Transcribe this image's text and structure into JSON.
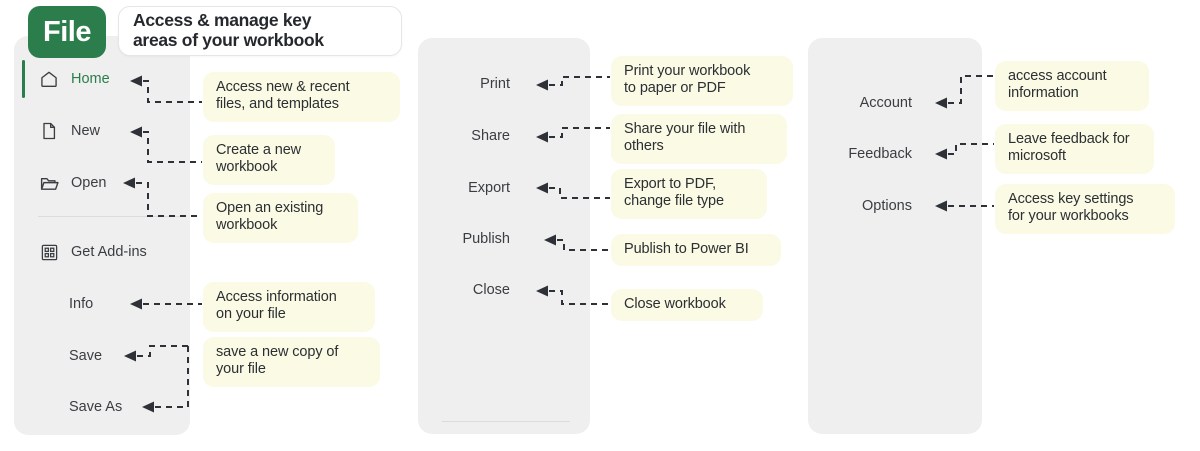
{
  "header": {
    "badge_label": "File",
    "title_line1": "Access & manage key",
    "title_line2": "areas of your workbook",
    "brand_color": "#2b7d4b",
    "callout_color": "#fbfae4",
    "panel_color": "#efefef"
  },
  "left_panel": {
    "items": [
      {
        "label": "Home",
        "icon": "home-icon",
        "active": true
      },
      {
        "label": "New",
        "icon": "page-icon",
        "active": false
      },
      {
        "label": "Open",
        "icon": "folder-icon",
        "active": false
      },
      {
        "label": "Get Add-ins",
        "icon": "grid-icon",
        "active": false
      },
      {
        "label": "Info",
        "icon": "",
        "active": false
      },
      {
        "label": "Save",
        "icon": "",
        "active": false
      },
      {
        "label": "Save As",
        "icon": "",
        "active": false
      }
    ],
    "callouts": [
      {
        "for": "Home",
        "line1": "Access new & recent",
        "line2": "files, and templates"
      },
      {
        "for": "New",
        "line1": "Create a new",
        "line2": "workbook"
      },
      {
        "for": "Open",
        "line1": "Open an existing",
        "line2": "workbook"
      },
      {
        "for": "Info",
        "line1": "Access information",
        "line2": "on your file"
      },
      {
        "for": "Save",
        "line1": "save a new copy of",
        "line2": "your file"
      },
      {
        "for": "Save As",
        "line1": "",
        "line2": ""
      }
    ]
  },
  "mid_panel": {
    "items": [
      {
        "label": "Print"
      },
      {
        "label": "Share"
      },
      {
        "label": "Export"
      },
      {
        "label": "Publish"
      },
      {
        "label": "Close"
      }
    ],
    "callouts": [
      {
        "for": "Print",
        "line1": "Print your workbook",
        "line2": "to paper or PDF"
      },
      {
        "for": "Share",
        "line1": "Share your file with",
        "line2": "others"
      },
      {
        "for": "Export",
        "line1": "Export to PDF,",
        "line2": "change file type"
      },
      {
        "for": "Publish",
        "line1": "Publish to Power BI",
        "line2": ""
      },
      {
        "for": "Close",
        "line1": "Close workbook",
        "line2": ""
      }
    ]
  },
  "right_panel": {
    "items": [
      {
        "label": "Account"
      },
      {
        "label": "Feedback"
      },
      {
        "label": "Options"
      }
    ],
    "callouts": [
      {
        "for": "Account",
        "line1": "access account",
        "line2": "information"
      },
      {
        "for": "Feedback",
        "line1": "Leave feedback for",
        "line2": "microsoft"
      },
      {
        "for": "Options",
        "line1": "Access key settings",
        "line2": "for your workbooks"
      }
    ]
  }
}
